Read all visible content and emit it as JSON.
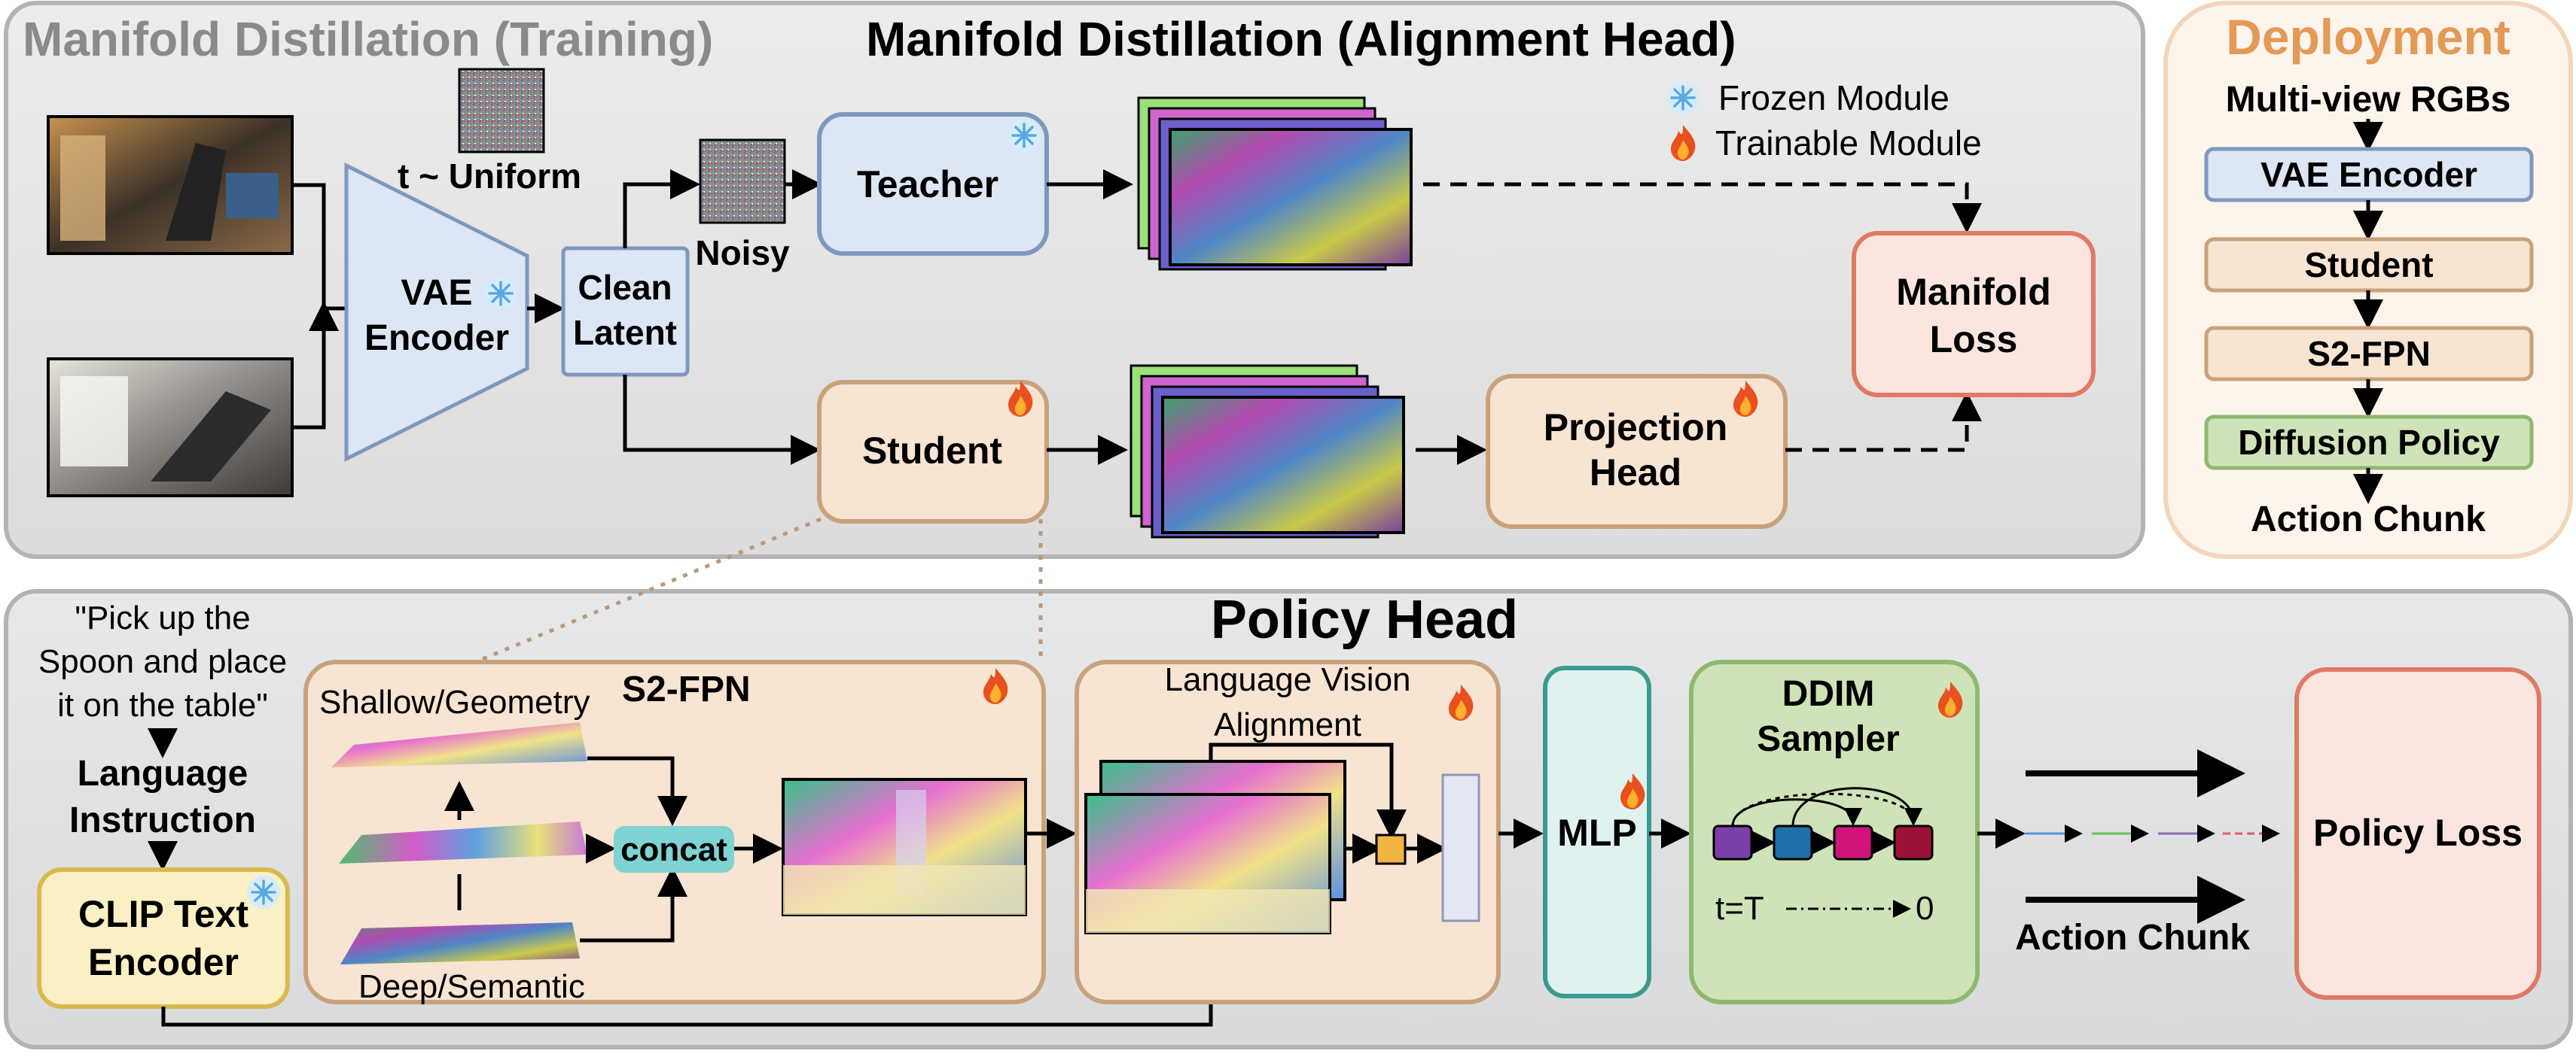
{
  "panels": {
    "training_title_gray": "Manifold Distillation (Training)",
    "training_title": "Manifold Distillation (Alignment Head)",
    "deployment_title": "Deployment",
    "policy_title": "Policy Head"
  },
  "legend": {
    "frozen": "Frozen Module",
    "trainable": "Trainable Module"
  },
  "training": {
    "timestep": "t ~ Uniform",
    "vae_line1": "VAE",
    "vae_line2": "Encoder",
    "clean_line1": "Clean",
    "clean_line2": "Latent",
    "noisy": "Noisy",
    "teacher": "Teacher",
    "student": "Student",
    "projection_line1": "Projection",
    "projection_line2": "Head",
    "loss_line1": "Manifold",
    "loss_line2": "Loss"
  },
  "deployment": {
    "input": "Multi-view RGBs",
    "steps": [
      "VAE Encoder",
      "Student",
      "S2-FPN",
      "Diffusion Policy"
    ],
    "output": "Action Chunk"
  },
  "policy": {
    "quote_line1": "\"Pick up the",
    "quote_line2": "Spoon and place",
    "quote_line3": "it on the table\"",
    "lang_line1": "Language",
    "lang_line2": "Instruction",
    "clip_line1": "CLIP Text",
    "clip_line2": "Encoder",
    "fpn_title": "S2-FPN",
    "shallow": "Shallow/Geometry",
    "deep": "Deep/Semantic",
    "concat": "concat",
    "lva_line1": "Language Vision",
    "lva_line2": "Alignment",
    "mlp": "MLP",
    "ddim_line1": "DDIM",
    "ddim_line2": "Sampler",
    "t_start": "t=T",
    "t_end": "0",
    "action_chunk": "Action Chunk",
    "policy_loss": "Policy Loss"
  },
  "colors": {
    "frozen_fill": "#dce6f4",
    "frozen_stroke": "#7f98bf",
    "trainable_fill": "#f8e4d2",
    "trainable_stroke": "#c8a27c",
    "loss_stroke": "#e07a64",
    "deploy_title": "#e39a56",
    "mlp_stroke": "#3a9a92",
    "ddim_fill": "#cfe3b8",
    "concat_fill": "#7fd3d3",
    "clip_fill": "#fbefc4",
    "chain": [
      "#7b3fa8",
      "#1f6fa8",
      "#d0147a",
      "#9c1237"
    ]
  },
  "icons": [
    "snowflake-icon",
    "flame-icon",
    "noise-icon",
    "photo-icon",
    "feature-map-icon"
  ]
}
